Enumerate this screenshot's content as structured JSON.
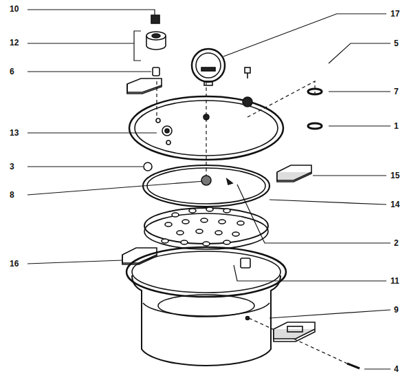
{
  "diagram": {
    "labels": [
      "10",
      "17",
      "12",
      "5",
      "6",
      "7",
      "1",
      "13",
      "3",
      "15",
      "8",
      "14",
      "2",
      "16",
      "11",
      "9",
      "4"
    ]
  }
}
